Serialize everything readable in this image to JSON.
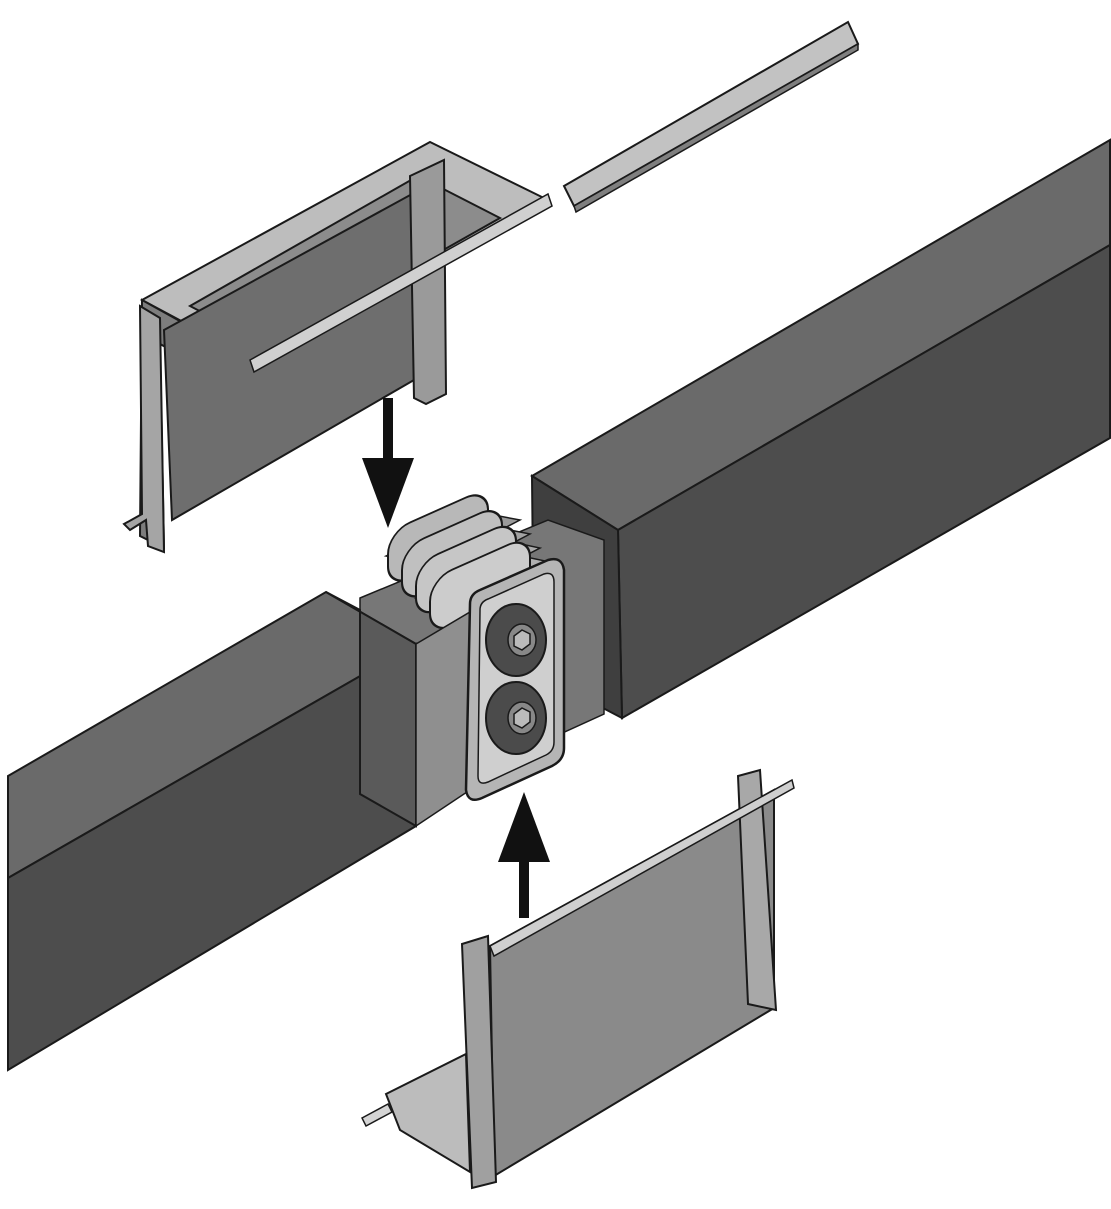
{
  "diagram": {
    "description_visible_text": "",
    "colors": {
      "background": "#ffffff",
      "outline": "#1a1a1a",
      "duct_side": "#4a4a4a",
      "duct_top": "#6a6a6a",
      "duct_end": "#3f3f3f",
      "sheet_light": "#bdbdbd",
      "sheet_mid": "#8c8c8c",
      "sheet_dark": "#5e5e5e",
      "insulator": "#a8a8a8",
      "bolt_disc": "#4b4b4b",
      "arrow": "#111111"
    },
    "arrows": {
      "count": 2,
      "directions": [
        "down",
        "up"
      ]
    }
  }
}
